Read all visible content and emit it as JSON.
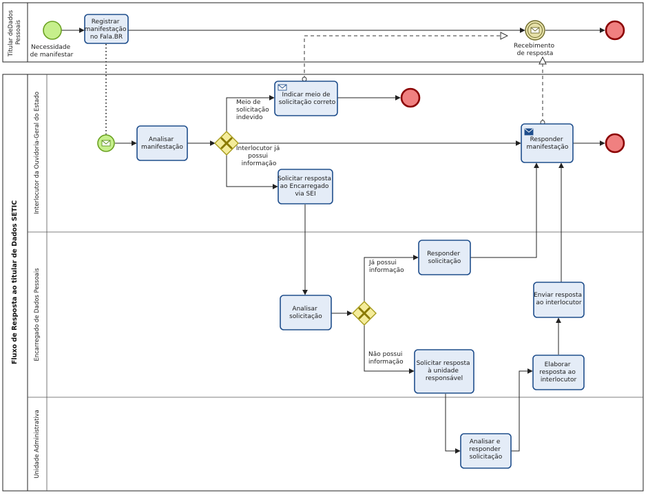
{
  "pools": {
    "titular": {
      "label_lines": [
        "Titular deDados",
        "Pessoais"
      ]
    },
    "fluxo": {
      "label": "Fluxo de Resposta ao titular de Dados SETIC"
    }
  },
  "lanes": {
    "ouvidoria": {
      "label": "Interlocutor da Ouvidoria-Geral do Estado"
    },
    "encarregado": {
      "label": "Encarregado de Dados Pessoais"
    },
    "unidade": {
      "label": "Unidade Administrativa"
    }
  },
  "events": {
    "start": {
      "label_lines": [
        "Necessidade",
        "de manifestar"
      ]
    },
    "recebimento": {
      "label_lines": [
        "Recebimento",
        "de resposta"
      ]
    }
  },
  "tasks": {
    "registrar": {
      "lines": [
        "Registrar",
        "manifestação",
        "no Fala.BR"
      ]
    },
    "analisar_manifestacao": {
      "lines": [
        "Analisar",
        "manifestação"
      ]
    },
    "indicar_meio": {
      "lines": [
        "Indicar meio de",
        "solicitação correto"
      ]
    },
    "solicitar_encarregado": {
      "lines": [
        "Solicitar resposta",
        "ao Encarregado",
        "via SEI"
      ]
    },
    "responder_manifestacao": {
      "lines": [
        "Responder",
        "manifestação"
      ]
    },
    "analisar_solicitacao": {
      "lines": [
        "Analisar",
        "solicitação"
      ]
    },
    "responder_solicitacao": {
      "lines": [
        "Responder",
        "solicitação"
      ]
    },
    "solicitar_unidade": {
      "lines": [
        "Solicitar resposta",
        "à unidade",
        "responsável"
      ]
    },
    "enviar_resposta": {
      "lines": [
        "Enviar resposta",
        "ao interlocutor"
      ]
    },
    "elaborar_resposta": {
      "lines": [
        "Elaborar",
        "resposta  ao",
        "interlocutor"
      ]
    },
    "analisar_responder": {
      "lines": [
        "Analisar e",
        "responder",
        "solicitação"
      ]
    }
  },
  "flow_labels": {
    "meio_indevido": [
      "Meio de",
      "solicitação",
      "indevido"
    ],
    "interlocutor_possui": [
      "Interlocutor já",
      "possui",
      "informação"
    ],
    "ja_possui": [
      "Já possui",
      "informação"
    ],
    "nao_possui": [
      "Não possui",
      "informação"
    ]
  },
  "colors": {
    "task_fill": "#e4ecf7",
    "task_stroke": "#1f4e8c",
    "start_fill": "#c6ef8c",
    "start_stroke": "#6aa121",
    "end_fill": "#f08080",
    "end_stroke": "#8b0000",
    "gateway_fill": "#f4ec9a",
    "gateway_stroke": "#a69a1c",
    "intermediate_fill": "#e6e0a8",
    "intermediate_stroke": "#6e6a2a"
  }
}
